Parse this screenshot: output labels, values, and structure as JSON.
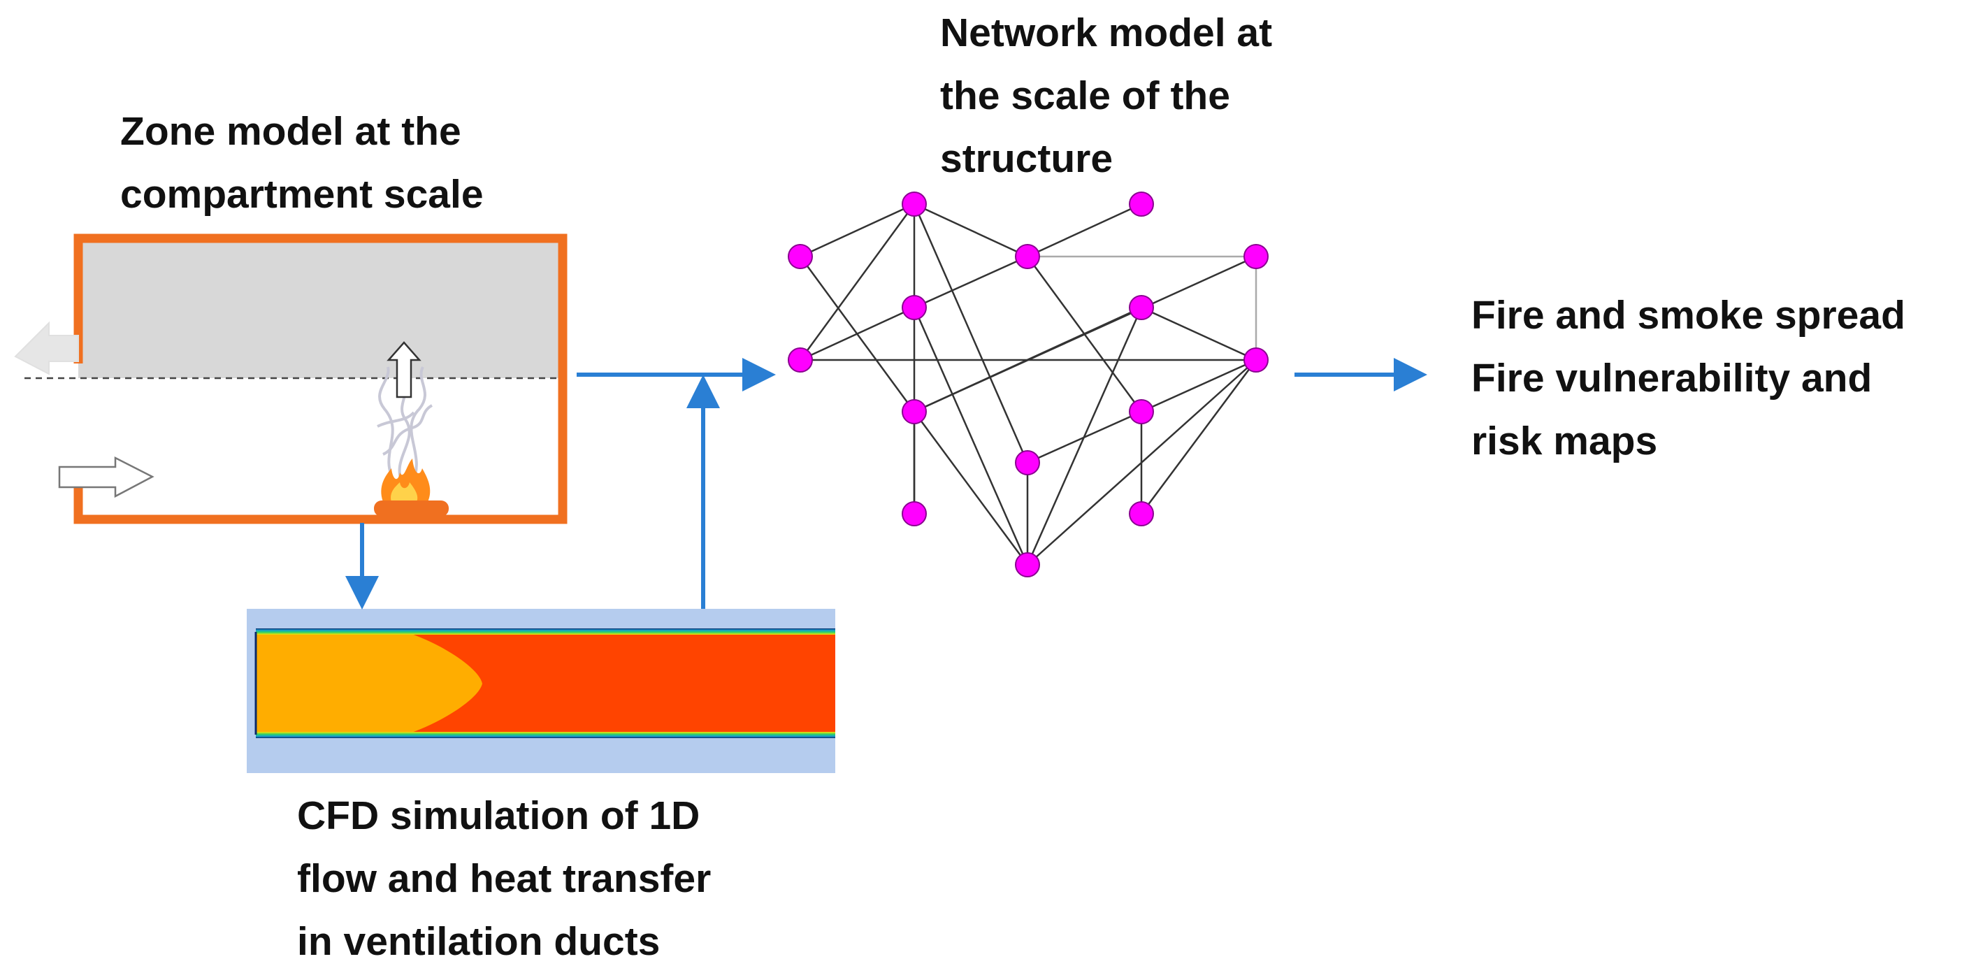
{
  "zone_model": {
    "title_lines": [
      "Zone model at the",
      "compartment scale"
    ]
  },
  "network_model": {
    "title_lines": [
      "Network model at",
      "the scale of the",
      "structure"
    ],
    "node_color": "#ff00ff"
  },
  "outputs": {
    "lines": [
      "Fire and smoke spread",
      "Fire vulnerability and",
      "risk maps"
    ]
  },
  "cfd": {
    "caption_lines": [
      "CFD simulation of 1D",
      "flow and heat transfer",
      "in ventilation ducts"
    ]
  },
  "colors": {
    "arrow": "#2a7fd4",
    "compartment_wall": "#f07020",
    "hot_layer": "#d8d8d8",
    "duct_background": "#b5ccee",
    "duct_hot": "#ff4400",
    "duct_warm": "#ffad00"
  }
}
